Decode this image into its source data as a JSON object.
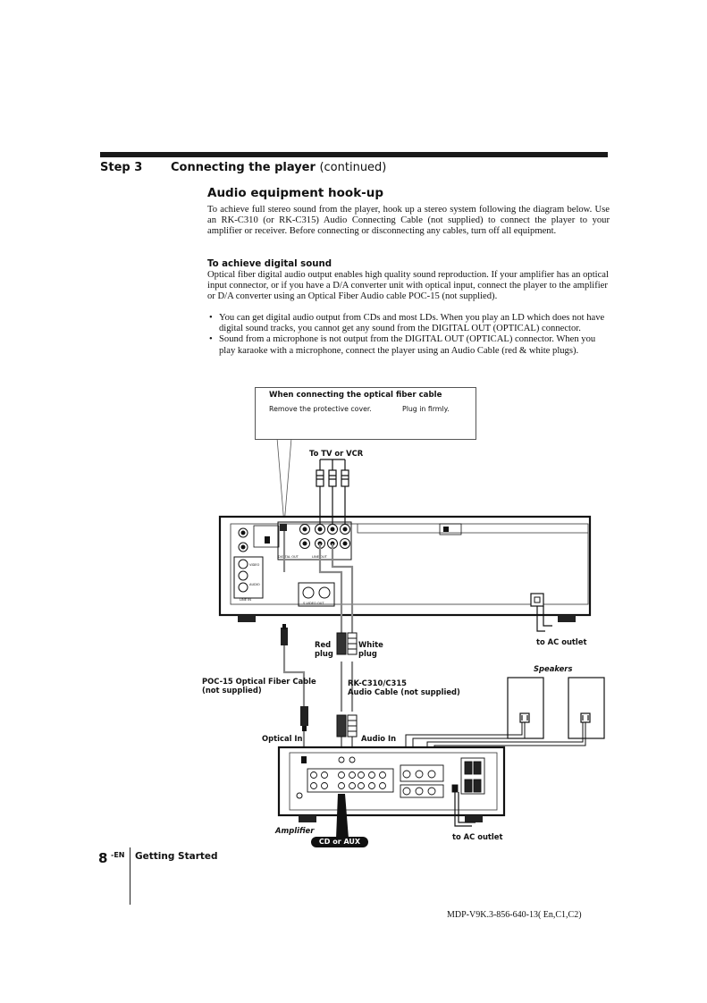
{
  "header": {
    "step_label": "Step 3",
    "title": "Connecting the player",
    "title_suffix": "(continued)"
  },
  "section": {
    "heading": "Audio equipment hook-up",
    "intro": "To achieve full stereo sound from the player, hook up a stereo system following the diagram below. Use an RK-C310 (or RK-C315) Audio Connecting Cable (not supplied) to connect the player to your amplifier or receiver. Before connecting or disconnecting any cables, turn off all equipment."
  },
  "digital": {
    "heading": "To achieve digital sound",
    "text": "Optical fiber digital audio output enables high quality sound reproduction. If your amplifier has an optical input connector, or if you have a D/A converter unit with optical input, connect the player to the amplifier or D/A converter using an Optical Fiber Audio cable POC-15 (not supplied).",
    "bullets": [
      "You can get digital audio output from CDs and most LDs. When you play an LD which does not have digital sound tracks, you cannot get any sound from the DIGITAL OUT (OPTICAL) connector.",
      "Sound from a microphone is not output from the DIGITAL OUT (OPTICAL) connector. When you play karaoke with a microphone, connect the player using an Audio Cable (red & white plugs)."
    ]
  },
  "diagram": {
    "callout_title": "When connecting the optical fiber cable",
    "callout_remove": "Remove the protective cover.",
    "callout_plug": "Plug in firmly.",
    "to_tv_vcr": "To TV or VCR",
    "red_plug": "Red\nplug",
    "white_plug": "White\nplug",
    "to_ac_outlet_1": "to AC outlet",
    "speakers": "Speakers",
    "poc15": "POC-15 Optical Fiber Cable\n(not supplied)",
    "rkc310": "RK-C310/C315\nAudio Cable (not supplied)",
    "optical_in": "Optical In",
    "audio_in": "Audio In",
    "amplifier": "Amplifier",
    "cd_or_aux": "CD or AUX",
    "to_ac_outlet_2": "to AC outlet",
    "panel_digital_out": "DIGITAL OUT",
    "panel_line_out": "LINE OUT",
    "panel_line_in": "LINE IN",
    "panel_video": "VIDEO",
    "panel_audio": "AUDIO",
    "panel_s_video_out": "S VIDEO OUT"
  },
  "footer": {
    "page_number": "8",
    "page_suffix": "-EN",
    "section": "Getting Started",
    "model": "MDP-V9K.3-856-640-13( En,C1,C2)"
  }
}
